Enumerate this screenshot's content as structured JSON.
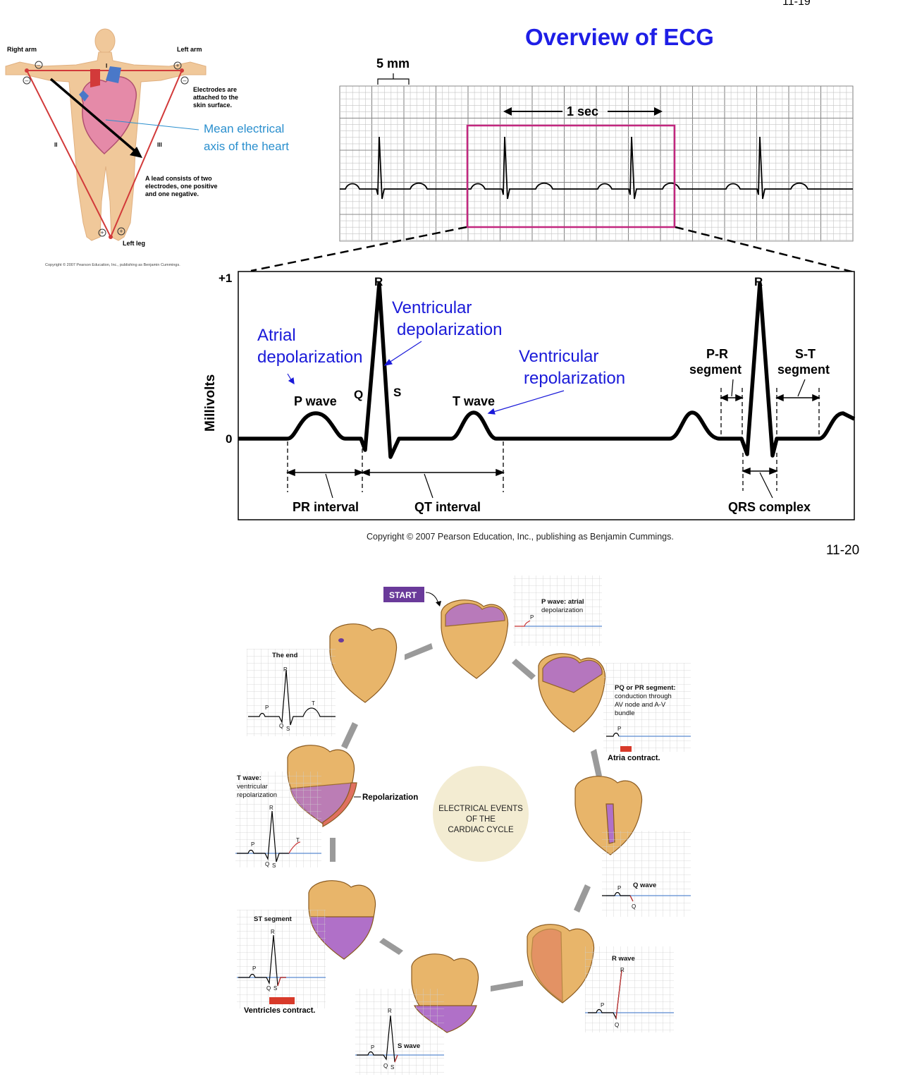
{
  "header": {
    "page_number_top": "11-19",
    "title": "Overview of ECG",
    "page_number_middle": "11-20"
  },
  "einthoven": {
    "right_arm": "Right arm",
    "left_arm": "Left arm",
    "left_leg": "Left leg",
    "lead_labels": [
      "I",
      "II",
      "III"
    ],
    "electrodes_note": [
      "Electrodes are",
      "attached to the",
      "skin surface."
    ],
    "axis_label": [
      "Mean electrical",
      "axis of the heart"
    ],
    "lead_note": [
      "A lead consists of two",
      "electrodes, one positive",
      "and one negative."
    ],
    "copyright": "Copyright © 2007 Pearson Education, Inc., publishing as Benjamin Cummings."
  },
  "strip": {
    "five_mm": "5 mm",
    "one_sec": "1 sec"
  },
  "waveform": {
    "y_axis_label": "Millivolts",
    "y_ticks": [
      "+1",
      "0"
    ],
    "r_label": "R",
    "q_label": "Q",
    "s_label": "S",
    "p_wave": "P wave",
    "t_wave": "T wave",
    "atrial_depol": [
      "Atrial",
      "depolarization"
    ],
    "ventricular_depol": [
      "Ventricular",
      "depolarization"
    ],
    "ventricular_repol": [
      "Ventricular",
      "repolarization"
    ],
    "pr_segment": [
      "P-R",
      "segment"
    ],
    "st_segment": [
      "S-T",
      "segment"
    ],
    "pr_interval": "PR interval",
    "qt_interval": "QT interval",
    "qrs_complex": "QRS complex",
    "copyright": "Copyright © 2007 Pearson Education, Inc., publishing as Benjamin Cummings."
  },
  "cycle": {
    "center_label": [
      "ELECTRICAL EVENTS",
      "OF THE",
      "CARDIAC CYCLE"
    ],
    "start": "START",
    "repolarization": "Repolarization",
    "atria_contract": "Atria  contract.",
    "ventricles_contract": "Ventricles contract.",
    "p_wave_note": [
      "P wave: atrial",
      "depolarization"
    ],
    "pq_note": [
      "PQ or PR segment:",
      "conduction through",
      "AV node and A-V",
      "bundle"
    ],
    "q_wave": "Q wave",
    "r_wave": "R wave",
    "s_wave": "S wave",
    "st_segment": "ST segment",
    "t_wave_note": [
      "T wave:",
      "ventricular",
      "repolarization"
    ],
    "the_end": "The end",
    "letters": {
      "p": "P",
      "q": "Q",
      "r": "R",
      "s": "S",
      "t": "T"
    }
  },
  "colors": {
    "title_blue": "#1e1ee6",
    "annotation_blue": "#1a1ad9",
    "axis_blue": "#2a8fce",
    "strip_magenta": "#c2277f",
    "cycle_purple": "#6a3a9a",
    "heart_tan": "#e8b56a",
    "depol_purple": "#b070c8",
    "repol_red": "#e07060"
  }
}
